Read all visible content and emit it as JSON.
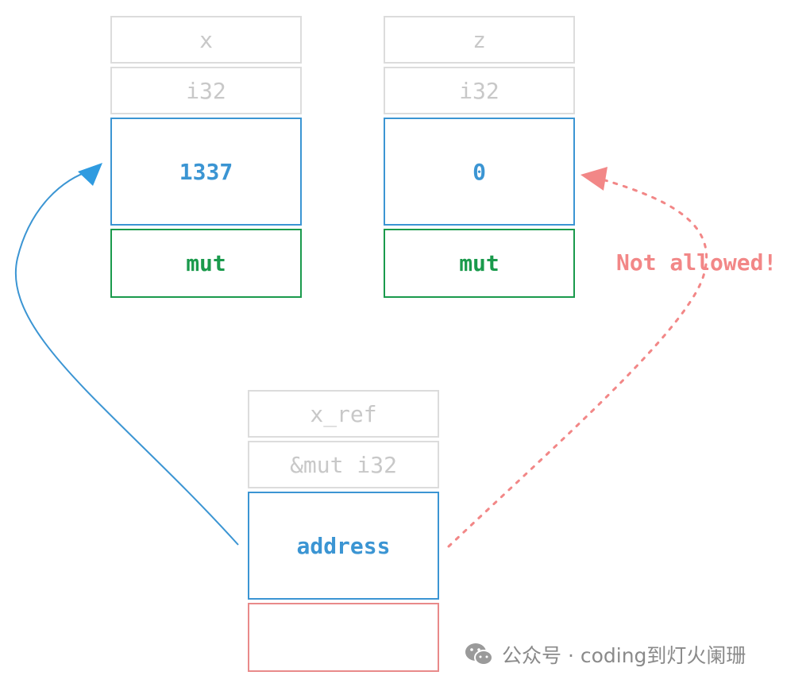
{
  "variables": [
    {
      "id": "x",
      "name": "x",
      "type": "i32",
      "value": "1337",
      "mutability": "mut"
    },
    {
      "id": "z",
      "name": "z",
      "type": "i32",
      "value": "0",
      "mutability": "mut"
    }
  ],
  "reference": {
    "name": "x_ref",
    "type": "&mut i32",
    "value": "address"
  },
  "annotation": "Not allowed!",
  "watermark": {
    "text": "公众号 · coding到灯火阑珊"
  },
  "colors": {
    "meta": "#c8c8c8",
    "value": "#3b95d3",
    "mut": "#1a9a4c",
    "forbidden": "#f28787"
  }
}
